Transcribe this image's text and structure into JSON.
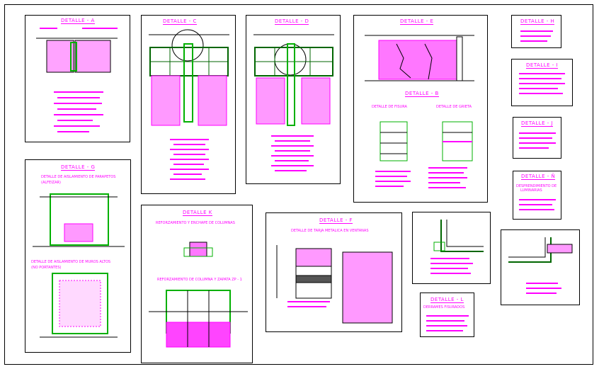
{
  "colors": {
    "magenta": "#ff00ff",
    "green": "#00b000",
    "dark_green": "#006600",
    "line": "#000000",
    "brick_fill": "#ff66ff"
  },
  "titles": {
    "a": "DETALLE - A",
    "c": "DETALLE - C",
    "d": "DETALLE - D",
    "e": "DETALLE - E",
    "b": "DETALLE - B",
    "h": "DETALLE - H",
    "i": "DETALLE - I",
    "j": "DETALLE - J",
    "n": "DETALLE - Ñ",
    "g": "DETALLE - G",
    "k": "DETALLE K",
    "f": "DETALLE - F",
    "l": "DETALLE - L"
  },
  "subtitles": {
    "b_left": "DETALLE DE FISURA",
    "b_right": "DETALLE DE GRIETA",
    "g_top": "DETALLE DE AISLAMIENTO DE PARAPETOS",
    "g_top2": "(ALFEIZAR)",
    "g_bottom": "DETALLE DE AISLAMIENTO DE MUROS ALTOS",
    "g_bottom2": "(NO PORTANTES)",
    "k_top": "REFORZAMIENTO Y ENCHAPE DE COLUMNAS",
    "k_bottom": "REFORZAMIENTO DE COLUMNA Y ZAPATA ZP - 1",
    "f_top": "DETALLE DE TARJA METALICA EN VENTANAS",
    "n_top": "DESPRENDIMIENTO DE",
    "n_top2": "LUMINARIAS",
    "l_top": "DERRAMES FISURADOS"
  }
}
